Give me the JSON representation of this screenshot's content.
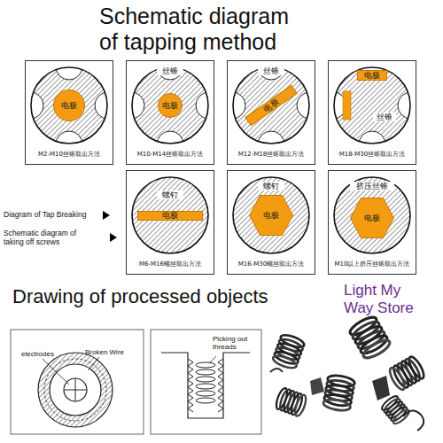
{
  "diagram": {
    "title": "Schematic diagram of tapping method",
    "nodes": [
      {
        "text": [
          "M2-M10丝锥取出方法"
        ]
      },
      {
        "text": [
          "电极"
        ],
        "in": 0
      },
      {
        "text": [
          "丝锥",
          "M10-M14丝锥取出方法"
        ]
      },
      {
        "text": [
          "电极"
        ],
        "in": 2
      },
      {
        "text": [
          "丝锥",
          "M12-M18丝锥取出方法"
        ]
      },
      {
        "text": [
          "电极"
        ],
        "in": 4
      },
      {
        "text": [
          "丝锥",
          "M18-M30丝锥取出方法"
        ]
      },
      {
        "text": [
          "电极"
        ],
        "in": 6
      },
      {
        "text": [
          "螺钉",
          "M6-M16螺丝取出方法"
        ]
      },
      {
        "text": [
          "电极"
        ],
        "in": 8
      },
      {
        "text": [
          "螺钉",
          "M16-M30螺丝取出方法"
        ]
      },
      {
        "text": [
          "电极"
        ],
        "in": 10
      },
      {
        "text": [
          "挤压丝锥",
          "M10以上挤压丝锥取出方法"
        ]
      },
      {
        "text": [
          "电极"
        ],
        "in": 12
      }
    ],
    "labels": [
      "Diagram of Tap Breaking",
      "Schematic diagram of taking off screws",
      "Drawing of processed objects",
      "electrodes",
      "Broken Wire",
      "Picking out threads",
      "Light My Way Store"
    ]
  }
}
